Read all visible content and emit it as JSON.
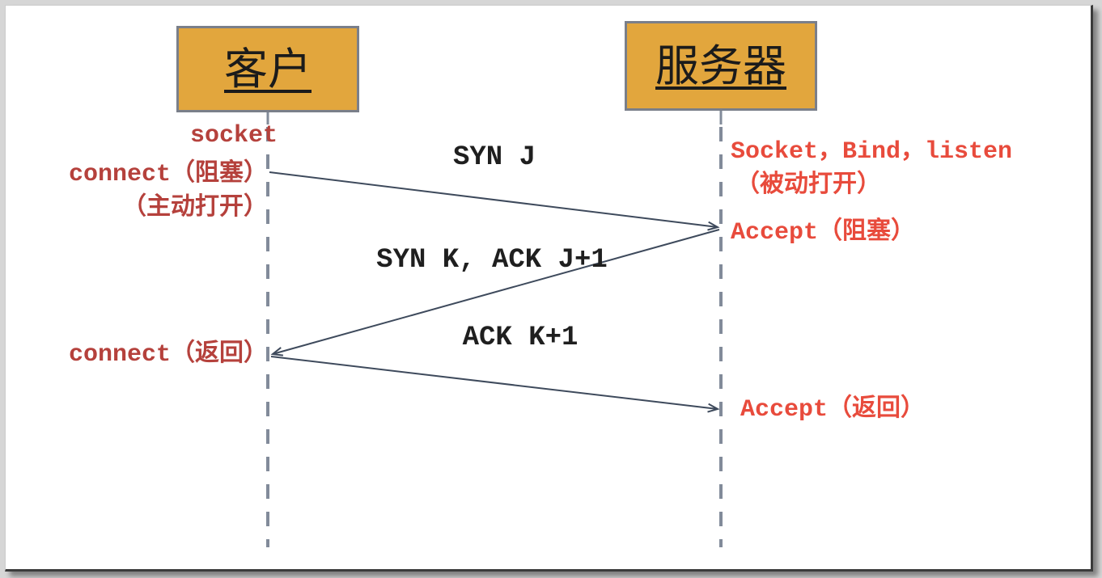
{
  "actors": {
    "client": {
      "label": "客户"
    },
    "server": {
      "label": "服务器"
    }
  },
  "client_side": {
    "socket": "socket",
    "connect_blocking": "connect（阻塞）",
    "active_open": "（主动打开）",
    "connect_return": "connect（返回）"
  },
  "server_side": {
    "socket_bind_listen": "Socket，Bind，listen",
    "passive_open": "（被动打开）",
    "accept_blocking": "Accept（阻塞）",
    "accept_return": "Accept（返回）"
  },
  "messages": {
    "syn": "SYN J",
    "syn_ack": "SYN K, ACK J+1",
    "ack": "ACK K+1"
  },
  "colors": {
    "actor_box_fill": "#E2A63D",
    "actor_box_border": "#7A7F8A",
    "arrow_line": "#3E4A5C",
    "lifeline": "#828B9A",
    "client_text": "#B5413C",
    "server_text": "#E84B3C",
    "message_text": "#1F1F1F",
    "canvas_background": "#FFFFFF",
    "page_background": "#D6D6D6"
  }
}
